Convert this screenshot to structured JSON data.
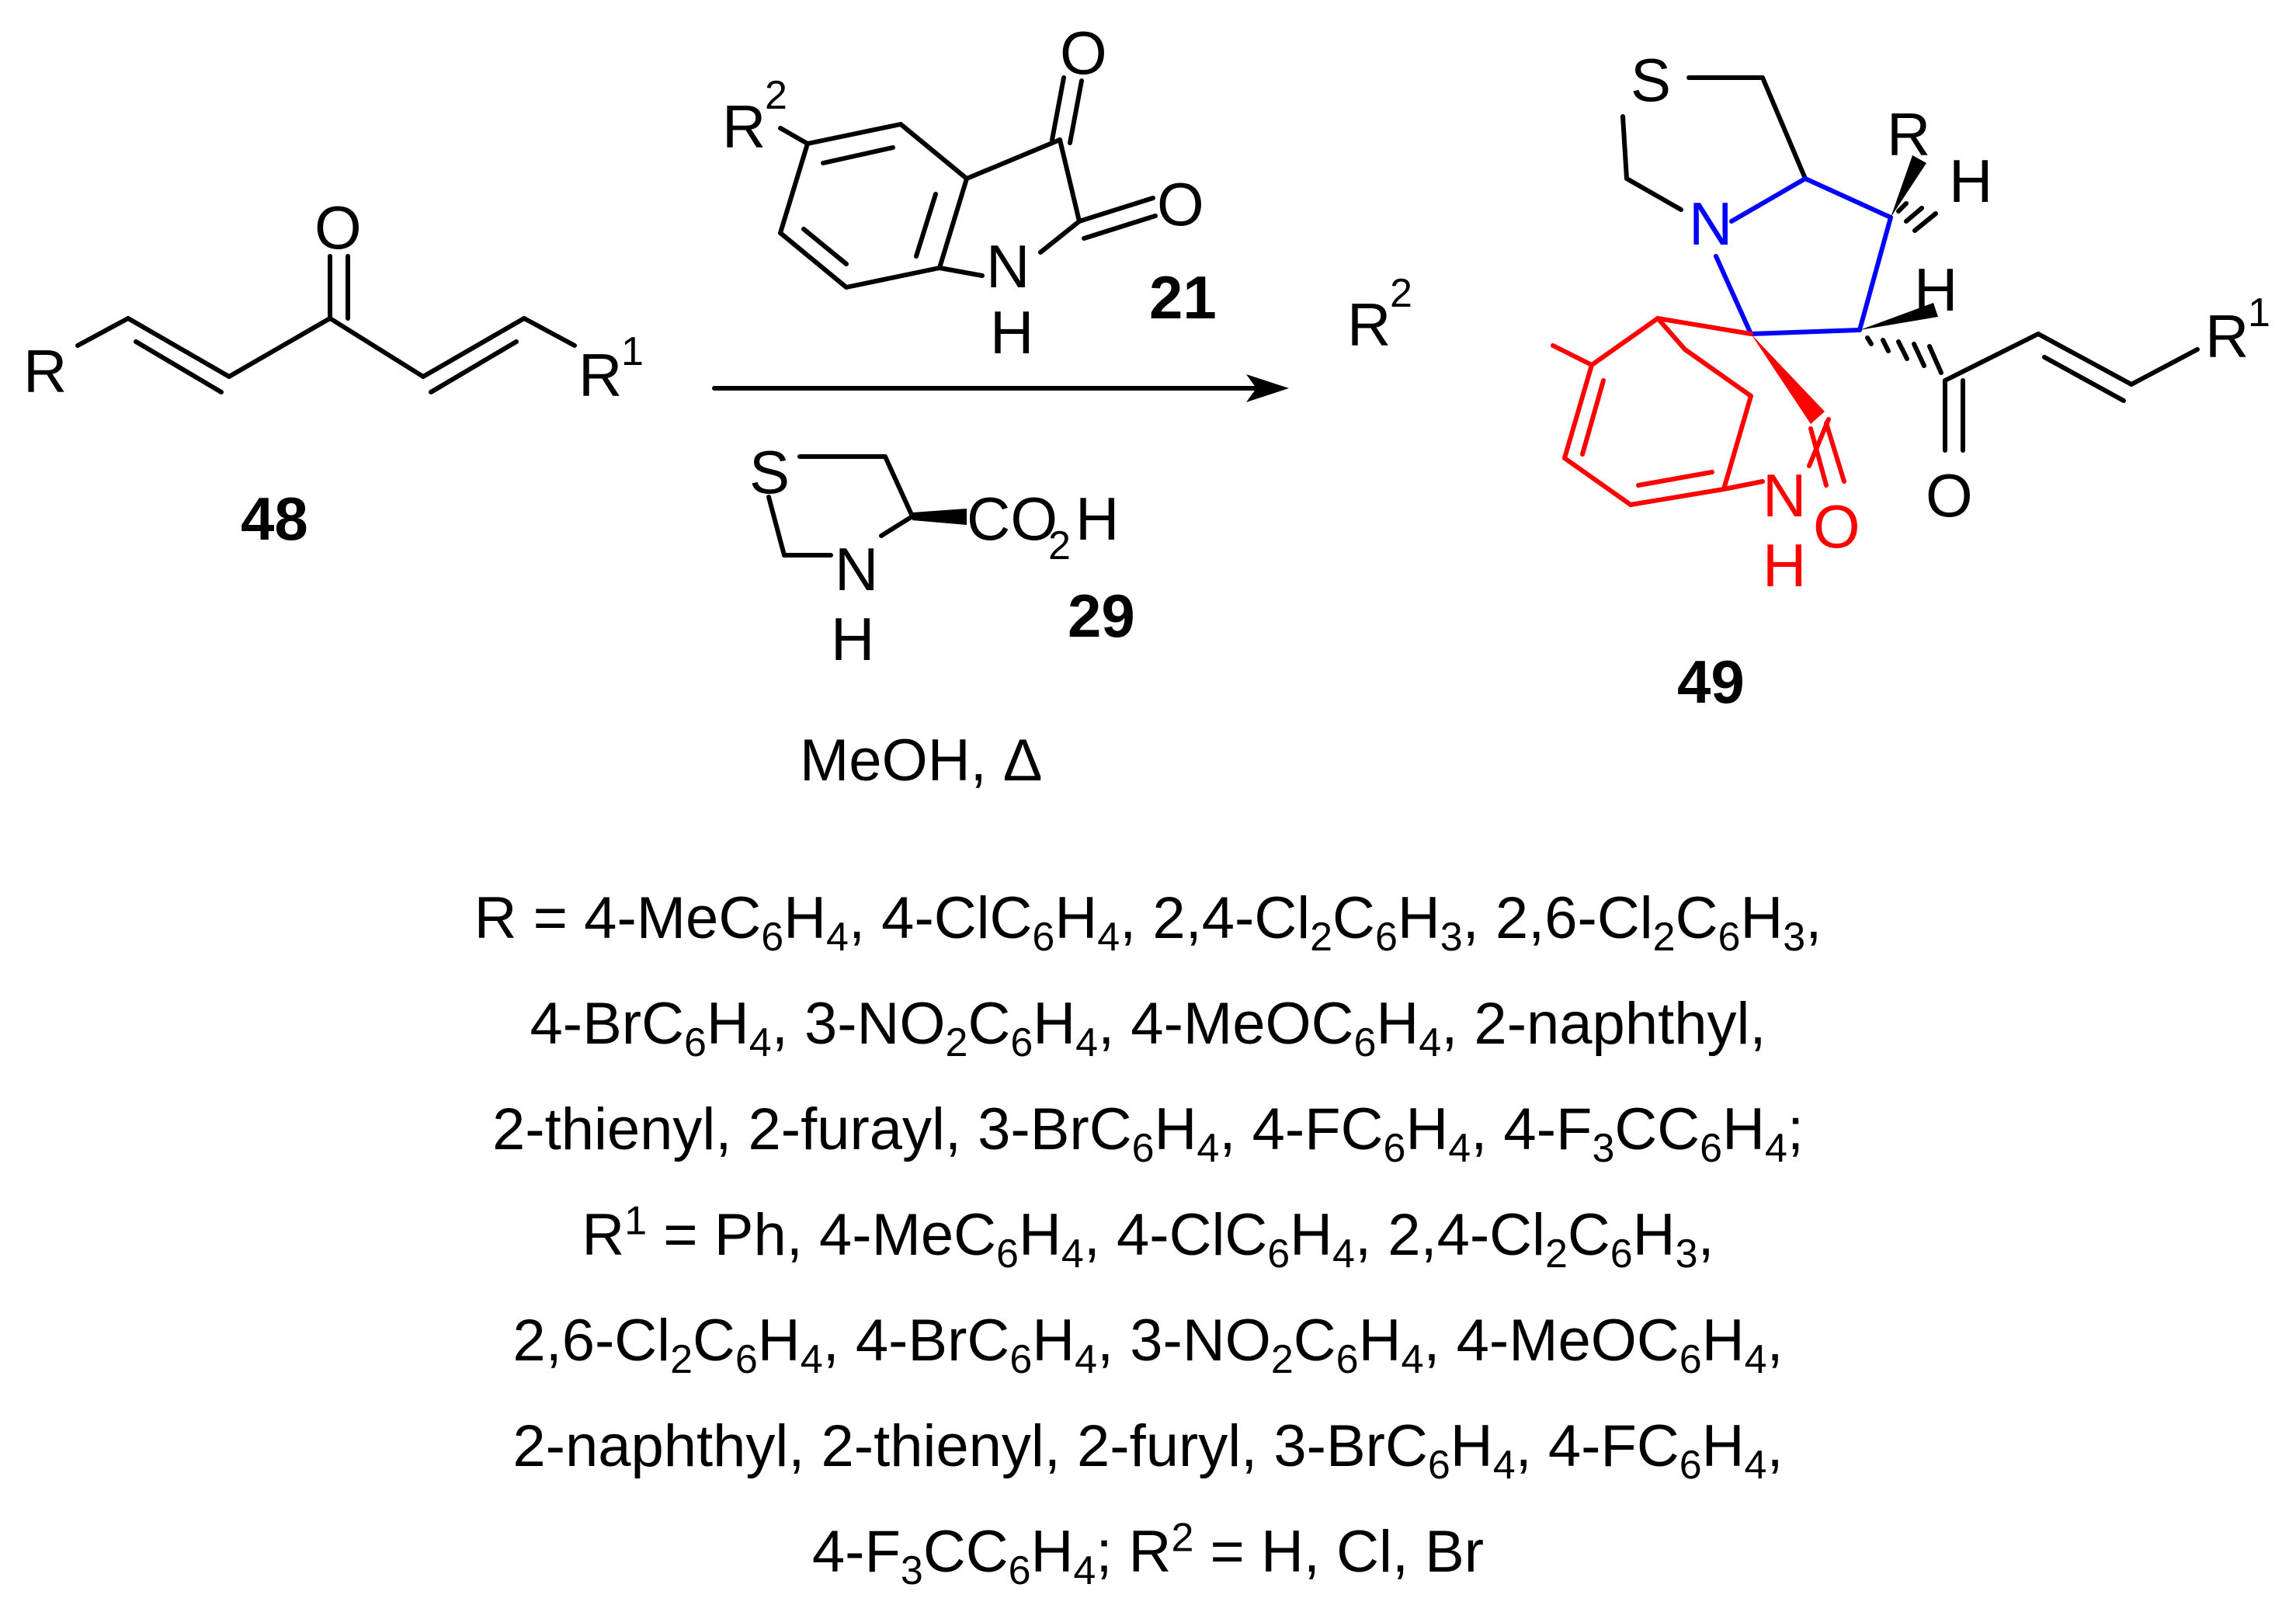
{
  "compounds": {
    "c48": "48",
    "c21": "21",
    "c29": "29",
    "c49": "49"
  },
  "atoms": {
    "R": "R",
    "R1": "R",
    "R1_sup": "1",
    "R2": "R",
    "R2_sup": "2",
    "O": "O",
    "N": "N",
    "H": "H",
    "S": "S",
    "CO2H_a": "CO",
    "CO2H_sub": "2",
    "CO2H_b": "H"
  },
  "conditions": "MeOH, Δ",
  "colors": {
    "black": "#000000",
    "pyrrolidine_highlight": "#0000ff",
    "oxindole_highlight": "#ff0000"
  },
  "legend_lines": [
    "R = 4-MeC<sub>6</sub>H<sub>4</sub>, 4-ClC<sub>6</sub>H<sub>4</sub>, 2,4-Cl<sub>2</sub>C<sub>6</sub>H<sub>3</sub>, 2,6-Cl<sub>2</sub>C<sub>6</sub>H<sub>3</sub>,",
    "4-BrC<sub>6</sub>H<sub>4</sub>, 3-NO<sub>2</sub>C<sub>6</sub>H<sub>4</sub>, 4-MeOC<sub>6</sub>H<sub>4</sub>, 2-naphthyl,",
    "2-thienyl, 2-furayl, 3-BrC<sub>6</sub>H<sub>4</sub>, 4-FC<sub>6</sub>H<sub>4</sub>, 4-F<sub>3</sub>CC<sub>6</sub>H<sub>4</sub>;",
    "R<sup>1</sup> = Ph, 4-MeC<sub>6</sub>H<sub>4</sub>, 4-ClC<sub>6</sub>H<sub>4</sub>, 2,4-Cl<sub>2</sub>C<sub>6</sub>H<sub>3</sub>,",
    "2,6-Cl<sub>2</sub>C<sub>6</sub>H<sub>4</sub>, 4-BrC<sub>6</sub>H<sub>4</sub>, 3-NO<sub>2</sub>C<sub>6</sub>H<sub>4</sub>, 4-MeOC<sub>6</sub>H<sub>4</sub>,",
    "2-naphthyl, 2-thienyl, 2-furyl, 3-BrC<sub>6</sub>H<sub>4</sub>, 4-FC<sub>6</sub>H<sub>4</sub>,",
    "4-F<sub>3</sub>CC<sub>6</sub>H<sub>4</sub>; R<sup>2</sup> = H, Cl, Br"
  ]
}
